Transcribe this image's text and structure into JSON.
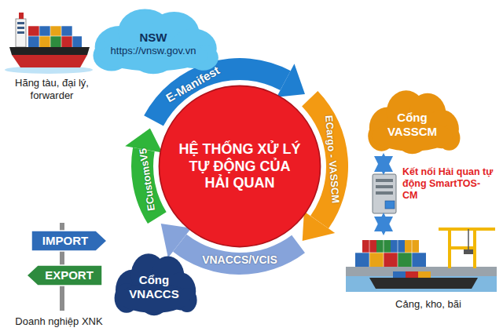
{
  "diagram": {
    "nodes": [
      {
        "text": [
          "NSW",
          "https://vnsw.gov.vn"
        ]
      },
      {
        "text": [
          "HỆ THỐNG XỬ LÝ TỰ ĐỘNG CỦA HẢI QUAN"
        ]
      },
      {
        "text": [
          "Cổng VASSCM"
        ]
      },
      {
        "text": [
          "IMPORT"
        ]
      },
      {
        "text": [
          "EXPORT"
        ]
      },
      {
        "text": [
          "Cổng VNACCS"
        ]
      }
    ],
    "labels": [
      "Hãng tàu, đại lý, forwarder",
      "E-Manifest",
      "ECargo - VASSCM",
      "VNACCS/VCIS",
      "ECustomsV5",
      "Kết nối Hải quan tự động SmartTOS-CM",
      "Cảng, kho, bãi",
      "Doanh nghiệp XNK"
    ]
  }
}
